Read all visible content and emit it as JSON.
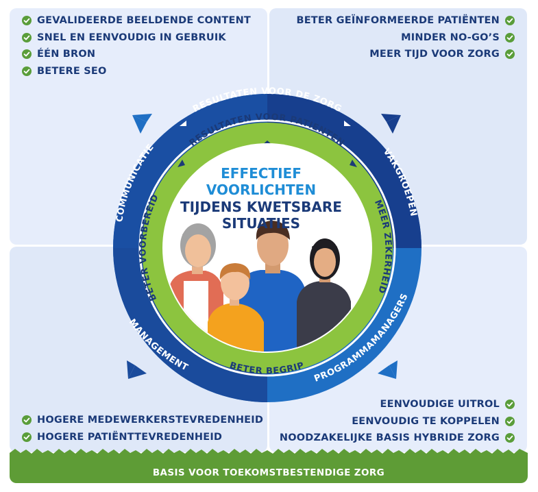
{
  "quadrants": {
    "top_left": [
      "GEVALIDEERDE BEELDENDE CONTENT",
      "SNEL EN EENVOUDIG IN GEBRUIK",
      "ÉÉN BRON",
      "BETERE SEO"
    ],
    "top_right": [
      "BETER GEÏNFORMEERDE PATIËNTEN",
      "MINDER NO-GO’S",
      "MEER TIJD VOOR ZORG"
    ],
    "bottom_left": [
      "HOGERE MEDEWERKERSTEVREDENHEID",
      "HOGERE PATIËNTTEVREDENHEID"
    ],
    "bottom_right": [
      "EENVOUDIGE UITROL",
      "EENVOUDIG TE KOPPELEN",
      "NOODZAKELIJKE BASIS HYBRIDE ZORG"
    ]
  },
  "outer_ring": {
    "top": "RESULTATEN VOOR DE ZORG",
    "left": "COMMUNICATIE",
    "right": "VAKGROEPEN",
    "bottom_left": "MANAGEMENT",
    "bottom_right": "PROGRAMMAMANAGERS"
  },
  "inner_ring": {
    "top": "RESULTATEN VOOR PATIENTEN",
    "left": "BETER VOORBEREID",
    "right": "MEER ZEKERHEID",
    "bottom": "BETER BEGRIP"
  },
  "center_title": {
    "line1": "EFFECTIEF",
    "line2": "VOORLICHTEN",
    "line3": "TIJDENS KWETSBARE",
    "line4": "SITUATIES"
  },
  "footer": "BASIS VOOR TOEKOMSTBESTENDIGE ZORG",
  "colors": {
    "navy": "#1b3a78",
    "ring_dark": "#173f8e",
    "ring_light": "#1f6fc4",
    "green_ring": "#8cc43f",
    "check": "#5a9d3a",
    "title_blue": "#1f8dd6",
    "grass": "#5e9c36"
  }
}
